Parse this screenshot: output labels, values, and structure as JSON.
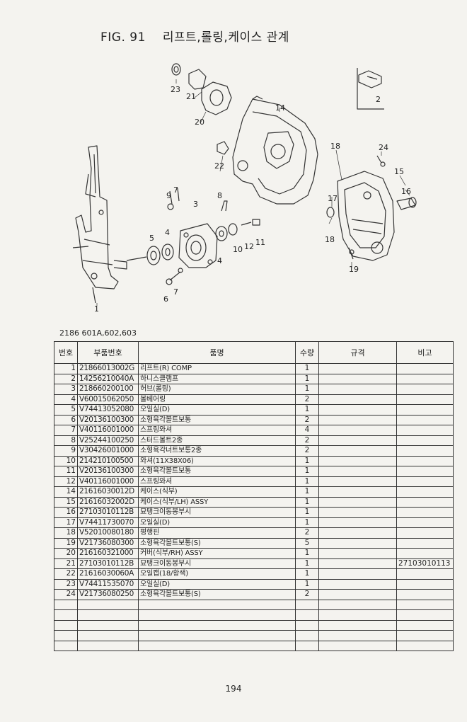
{
  "figure": {
    "number": "FIG. 91",
    "title": "리프트,롤링,케이스 관계"
  },
  "callouts": [
    "1",
    "2",
    "3",
    "4",
    "4",
    "5",
    "6",
    "7",
    "7",
    "8",
    "9",
    "10",
    "11",
    "12",
    "14",
    "15",
    "16",
    "17",
    "18",
    "18",
    "19",
    "20",
    "21",
    "22",
    "23",
    "24"
  ],
  "model_line": "2186 601A,602,603",
  "table": {
    "headers": {
      "no": "번호",
      "part_no": "부품번호",
      "name": "품명",
      "qty": "수량",
      "spec": "규격",
      "remark": "비고"
    },
    "rows": [
      {
        "no": "1",
        "part_no": "21866013002G",
        "name": "리프트(R) COMP",
        "qty": "1",
        "spec": "",
        "remark": ""
      },
      {
        "no": "2",
        "part_no": "14256210040A",
        "name": "하니스클램프",
        "qty": "1",
        "spec": "",
        "remark": ""
      },
      {
        "no": "3",
        "part_no": "218660200100",
        "name": "허브(롤링)",
        "qty": "1",
        "spec": "",
        "remark": ""
      },
      {
        "no": "4",
        "part_no": "V60015062050",
        "name": "볼베어링",
        "qty": "2",
        "spec": "",
        "remark": ""
      },
      {
        "no": "5",
        "part_no": "V74413052080",
        "name": "오일실(D)",
        "qty": "1",
        "spec": "",
        "remark": ""
      },
      {
        "no": "6",
        "part_no": "V20136100300",
        "name": "소형육각볼트보통",
        "qty": "2",
        "spec": "",
        "remark": ""
      },
      {
        "no": "7",
        "part_no": "V40116001000",
        "name": "스프링와셔",
        "qty": "4",
        "spec": "",
        "remark": ""
      },
      {
        "no": "8",
        "part_no": "V25244100250",
        "name": "스터드볼트2종",
        "qty": "2",
        "spec": "",
        "remark": ""
      },
      {
        "no": "9",
        "part_no": "V30426001000",
        "name": "소형육각너트보통2종",
        "qty": "2",
        "spec": "",
        "remark": ""
      },
      {
        "no": "10",
        "part_no": "214210100500",
        "name": "와셔(11X38X06)",
        "qty": "1",
        "spec": "",
        "remark": ""
      },
      {
        "no": "11",
        "part_no": "V20136100300",
        "name": "소형육각볼트보통",
        "qty": "1",
        "spec": "",
        "remark": ""
      },
      {
        "no": "12",
        "part_no": "V40116001000",
        "name": "스프링와셔",
        "qty": "1",
        "spec": "",
        "remark": ""
      },
      {
        "no": "14",
        "part_no": "21616030012D",
        "name": "케이스(식부)",
        "qty": "1",
        "spec": "",
        "remark": ""
      },
      {
        "no": "15",
        "part_no": "21616032002D",
        "name": "케이스(식부/LH) ASSY",
        "qty": "1",
        "spec": "",
        "remark": ""
      },
      {
        "no": "16",
        "part_no": "27103010112B",
        "name": "묘탱크이동봉부시",
        "qty": "1",
        "spec": "",
        "remark": ""
      },
      {
        "no": "17",
        "part_no": "V74411730070",
        "name": "오일실(D)",
        "qty": "1",
        "spec": "",
        "remark": ""
      },
      {
        "no": "18",
        "part_no": "V52010080180",
        "name": "평행핀",
        "qty": "2",
        "spec": "",
        "remark": ""
      },
      {
        "no": "19",
        "part_no": "V21736080300",
        "name": "소형육각볼트보통(S)",
        "qty": "5",
        "spec": "",
        "remark": ""
      },
      {
        "no": "20",
        "part_no": "216160321000",
        "name": "커버(식부/RH) ASSY",
        "qty": "1",
        "spec": "",
        "remark": ""
      },
      {
        "no": "21",
        "part_no": "27103010112B",
        "name": "묘탱크이동봉부시",
        "qty": "1",
        "spec": "",
        "remark": "27103010113"
      },
      {
        "no": "22",
        "part_no": "21616030060A",
        "name": "오일캡(18/황색)",
        "qty": "1",
        "spec": "",
        "remark": ""
      },
      {
        "no": "23",
        "part_no": "V74411535070",
        "name": "오일실(D)",
        "qty": "1",
        "spec": "",
        "remark": ""
      },
      {
        "no": "24",
        "part_no": "V21736080250",
        "name": "소형육각볼트보통(S)",
        "qty": "2",
        "spec": "",
        "remark": ""
      }
    ],
    "empty_rows": 5
  },
  "page_number": "194"
}
